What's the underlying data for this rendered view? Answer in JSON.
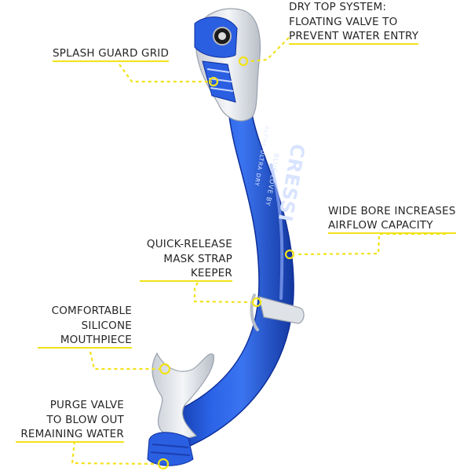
{
  "brand": {
    "logo_text": "CRESSI",
    "model_text": "ALPHA ULTRA DRY",
    "subtitle_text": "BLUE LOVE BY"
  },
  "colors": {
    "tube_blue": "#1f55d8",
    "tube_blue_dark": "#0f2f9a",
    "highlight": "#f2e21a",
    "silicone": "#d9dde2",
    "text": "#262626"
  },
  "callouts": [
    {
      "id": "dry-top",
      "lines": [
        "DRY TOP SYSTEM:",
        "FLOATING VALVE TO",
        "PREVENT WATER ENTRY"
      ]
    },
    {
      "id": "splash-guard",
      "lines": [
        "SPLASH GUARD GRID"
      ]
    },
    {
      "id": "wide-bore",
      "lines": [
        "WIDE BORE INCREASES",
        "AIRFLOW CAPACITY"
      ]
    },
    {
      "id": "quick-release",
      "lines": [
        "QUICK-RELEASE",
        "MASK STRAP",
        "KEEPER"
      ]
    },
    {
      "id": "mouthpiece",
      "lines": [
        "COMFORTABLE",
        "SILICONE",
        "MOUTHPIECE"
      ]
    },
    {
      "id": "purge-valve",
      "lines": [
        "PURGE VALVE",
        "TO BLOW OUT",
        "REMAINING WATER"
      ]
    }
  ]
}
